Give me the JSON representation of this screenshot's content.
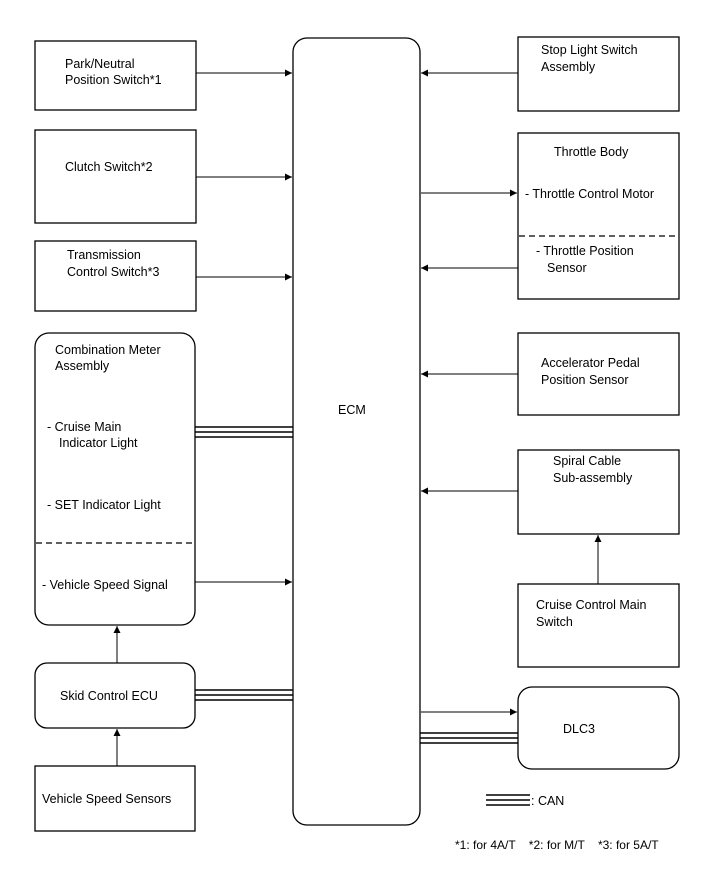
{
  "components": {
    "park_neutral": [
      "Park/Neutral",
      "Position Switch*1"
    ],
    "clutch": [
      "Clutch Switch*2"
    ],
    "transmission": [
      "Transmission",
      "Control Switch*3"
    ],
    "combination_meter": {
      "title": [
        "Combination Meter",
        "Assembly"
      ],
      "cruise_main": [
        "- Cruise Main",
        "Indicator Light"
      ],
      "set_light": [
        "- SET Indicator Light"
      ],
      "vehicle_speed_signal": [
        "- Vehicle Speed Signal"
      ]
    },
    "skid_control": [
      "Skid Control ECU"
    ],
    "vehicle_speed_sensors": [
      "Vehicle Speed Sensors"
    ],
    "ecm": [
      "ECM"
    ],
    "stop_light": [
      "Stop Light Switch",
      "Assembly"
    ],
    "throttle_body": {
      "title": [
        "Throttle Body"
      ],
      "motor": [
        "- Throttle Control Motor"
      ],
      "position_sensor": [
        "- Throttle Position",
        "Sensor"
      ]
    },
    "accelerator": [
      "Accelerator Pedal",
      "Position Sensor"
    ],
    "spiral_cable": [
      "Spiral Cable",
      "Sub-assembly"
    ],
    "cruise_main_switch": [
      "Cruise Control Main",
      "Switch"
    ],
    "dlc3": [
      "DLC3"
    ]
  },
  "legend": {
    "can_label": ": CAN"
  },
  "footnote": "*1: for 4A/T    *2: for M/T    *3: for 5A/T"
}
